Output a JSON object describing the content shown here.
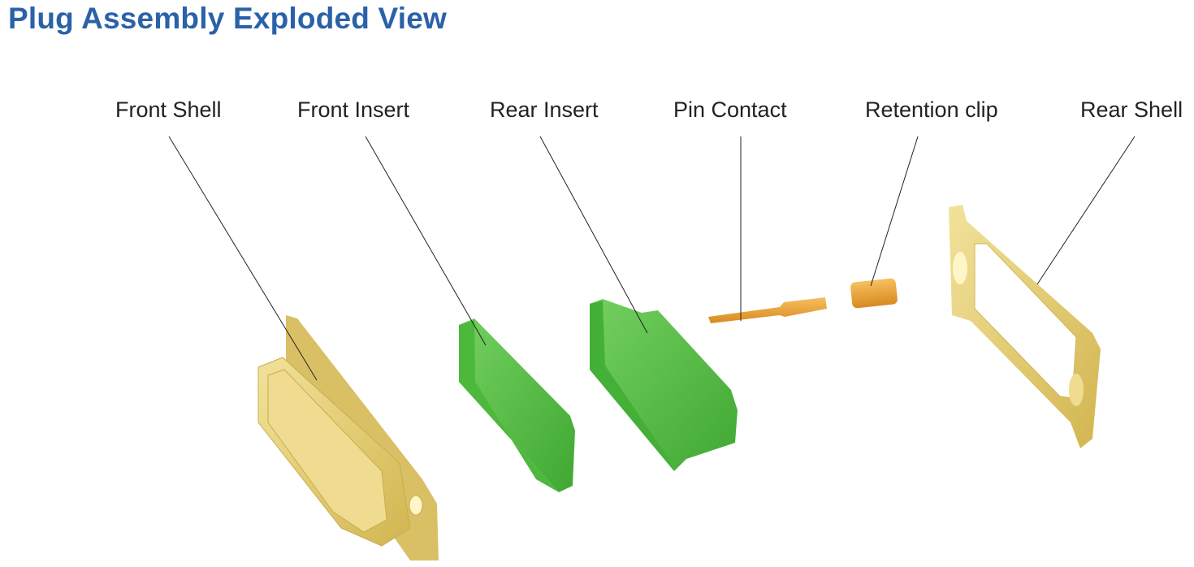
{
  "title": "Plug Assembly Exploded View",
  "labels": {
    "front_shell": "Front Shell",
    "front_insert": "Front Insert",
    "rear_insert": "Rear Insert",
    "pin_contact": "Pin Contact",
    "retention_clip": "Retention clip",
    "rear_shell": "Rear Shell"
  },
  "colors": {
    "title": "#2a62a8",
    "shell": "#e8d278",
    "insert": "#5cc24a",
    "contact": "#e8a030"
  }
}
